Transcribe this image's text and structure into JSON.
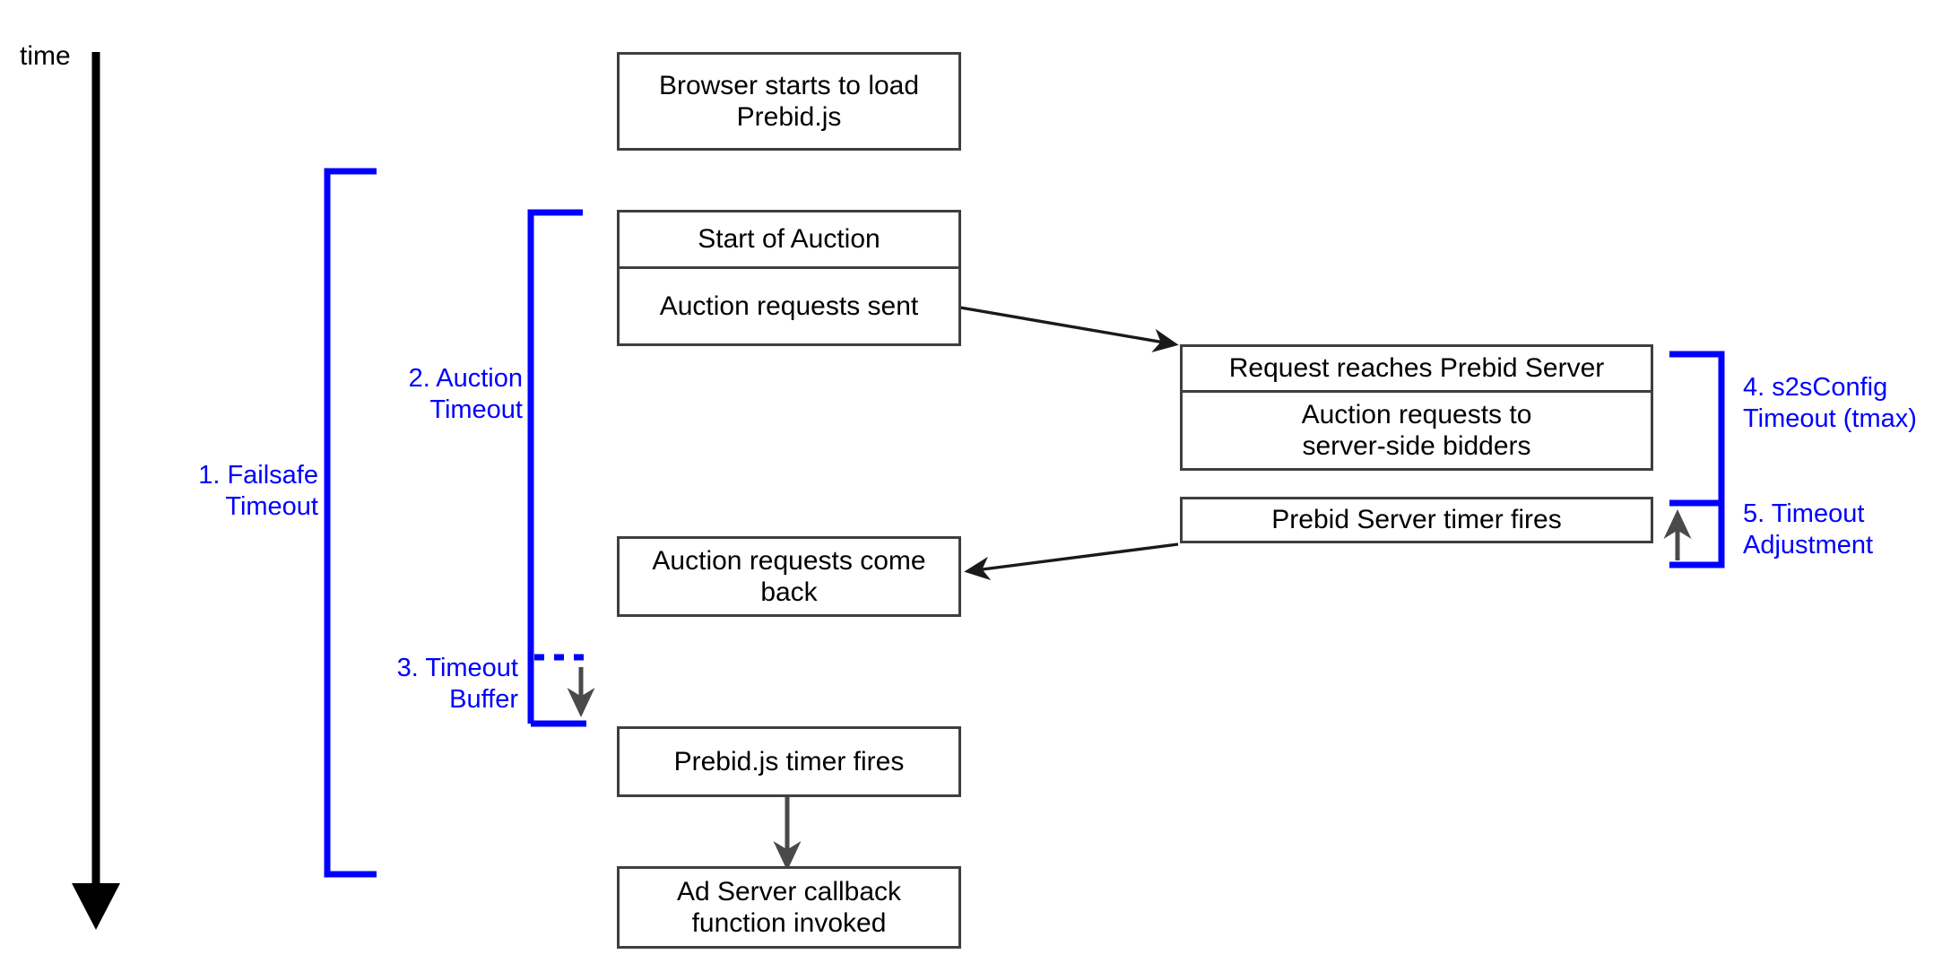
{
  "diagram": {
    "title_axis": "time",
    "accent_color": "#0000ff",
    "box_border_color": "#3f3f3f",
    "arrow_color": "#4a4a4a",
    "background": "#ffffff"
  },
  "axis": {
    "label": "time",
    "direction": "downward"
  },
  "boxes": [
    {
      "id": "browser-load",
      "text": "Browser starts to load\nPrebid.js"
    },
    {
      "id": "start-of-auction",
      "text": "Start of Auction"
    },
    {
      "id": "auction-requests-sent",
      "text": "Auction requests sent"
    },
    {
      "id": "request-reaches-pbs",
      "text": "Request reaches Prebid Server"
    },
    {
      "id": "auction-requests-ss",
      "text": "Auction requests to\nserver-side bidders"
    },
    {
      "id": "pbs-timer-fires",
      "text": "Prebid Server timer fires"
    },
    {
      "id": "auction-requests-back",
      "text": "Auction requests come\nback"
    },
    {
      "id": "prebidjs-timer-fires",
      "text": "Prebid.js timer fires"
    },
    {
      "id": "ad-server-callback",
      "text": "Ad Server callback\nfunction invoked"
    }
  ],
  "brackets": [
    {
      "id": "failsafe-timeout",
      "number": "1.",
      "label": "1. Failsafe\nTimeout"
    },
    {
      "id": "auction-timeout",
      "number": "2.",
      "label": "2. Auction\nTimeout"
    },
    {
      "id": "timeout-buffer",
      "number": "3.",
      "label": "3. Timeout\nBuffer"
    },
    {
      "id": "s2sconfig-timeout",
      "number": "4.",
      "label": "4. s2sConfig\nTimeout (tmax)"
    },
    {
      "id": "timeout-adjustment",
      "number": "5.",
      "label": "5. Timeout\nAdjustment"
    }
  ],
  "connections": [
    {
      "from": "auction-requests-sent",
      "to": "request-reaches-pbs"
    },
    {
      "from": "pbs-timer-fires",
      "to": "auction-requests-back"
    },
    {
      "from": "prebidjs-timer-fires",
      "to": "ad-server-callback"
    }
  ]
}
